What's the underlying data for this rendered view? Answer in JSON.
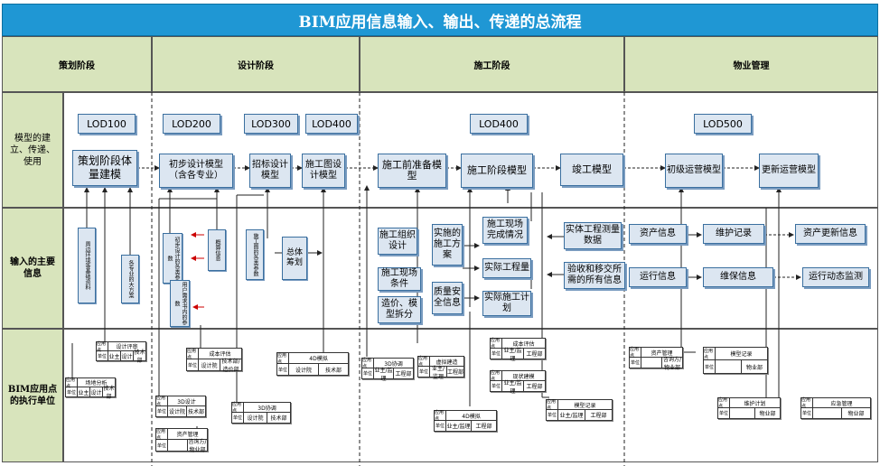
{
  "title": "BIM应用信息输入、输出、传递的总流程",
  "phases": [
    "策划阶段",
    "设计阶段",
    "施工阶段",
    "物业管理"
  ],
  "rows": [
    "模型的建立、传递、使用",
    "输入的主要信息",
    "BIM应用点的执行单位"
  ],
  "lods": [
    "LOD100",
    "LOD200",
    "LOD300",
    "LOD400",
    "LOD400",
    "LOD500"
  ],
  "models": [
    "策划阶段体量建模",
    "初步设计模型（含各专业）",
    "招标设计模型",
    "施工图设计模型",
    "施工前准备模型",
    "施工阶段模型",
    "竣工模型",
    "初级运营模型",
    "更新运营模型"
  ],
  "inputs": {
    "plan": [
      "周边环境等基础资料",
      "各专业的大方案"
    ],
    "design": [
      "初步设计的各类参数",
      "概算信息",
      "用户需求书内的参数",
      "施工图的各类参数",
      "总体筹划"
    ],
    "construct": [
      "施工组织设计",
      "实施的施工方案",
      "施工现场完成情况",
      "施工现场条件",
      "实际工程量",
      "造价、模型拆分",
      "质量安全信息",
      "实际施工计划"
    ],
    "fm": [
      "实体工程测量数据",
      "验收和移交所需的所有信息",
      "资产信息",
      "维护记录",
      "资产更新信息",
      "运行信息",
      "维保信息",
      "运行动态监测"
    ]
  },
  "unit_labels": {
    "app": "应用点",
    "org": "单位"
  },
  "units": [
    {
      "name": "设计评审",
      "parties": [
        "业主",
        "设计",
        "技术部"
      ]
    },
    {
      "name": "场地分析",
      "parties": [
        "业主",
        "设计",
        "技术部"
      ]
    },
    {
      "name": "成本评估",
      "parties": [
        "设计院",
        "技术部/造价部"
      ]
    },
    {
      "name": "3D设计",
      "parties": [
        "设计院",
        "技术部"
      ]
    },
    {
      "name": "资产管理",
      "parties": [
        "",
        "咨询方/物业部"
      ]
    },
    {
      "name": "3D协调",
      "parties": [
        "设计院",
        "技术部"
      ]
    },
    {
      "name": "4D模拟",
      "parties": [
        "设计院",
        "技术部"
      ]
    },
    {
      "name": "3D协调",
      "parties": [
        "业主/监理",
        "工程部"
      ]
    },
    {
      "name": "虚拟建造",
      "parties": [
        "业主/监理",
        "工程部"
      ]
    },
    {
      "name": "成本评估",
      "parties": [
        "业主/监理",
        "工程部"
      ]
    },
    {
      "name": "现状建模",
      "parties": [
        "业主/监理",
        "工程部"
      ]
    },
    {
      "name": "4D模拟",
      "parties": [
        "业主/监理",
        "工程部"
      ]
    },
    {
      "name": "模型记录",
      "parties": [
        "业主/监理",
        "工程部"
      ]
    },
    {
      "name": "资产管理",
      "parties": [
        "",
        "咨询方/物业部"
      ]
    },
    {
      "name": "模型记录",
      "parties": [
        "",
        "物业部"
      ]
    },
    {
      "name": "维护计划",
      "parties": [
        "",
        "物业部"
      ]
    },
    {
      "name": "应急管理",
      "parties": [
        "",
        "物业部"
      ]
    }
  ]
}
